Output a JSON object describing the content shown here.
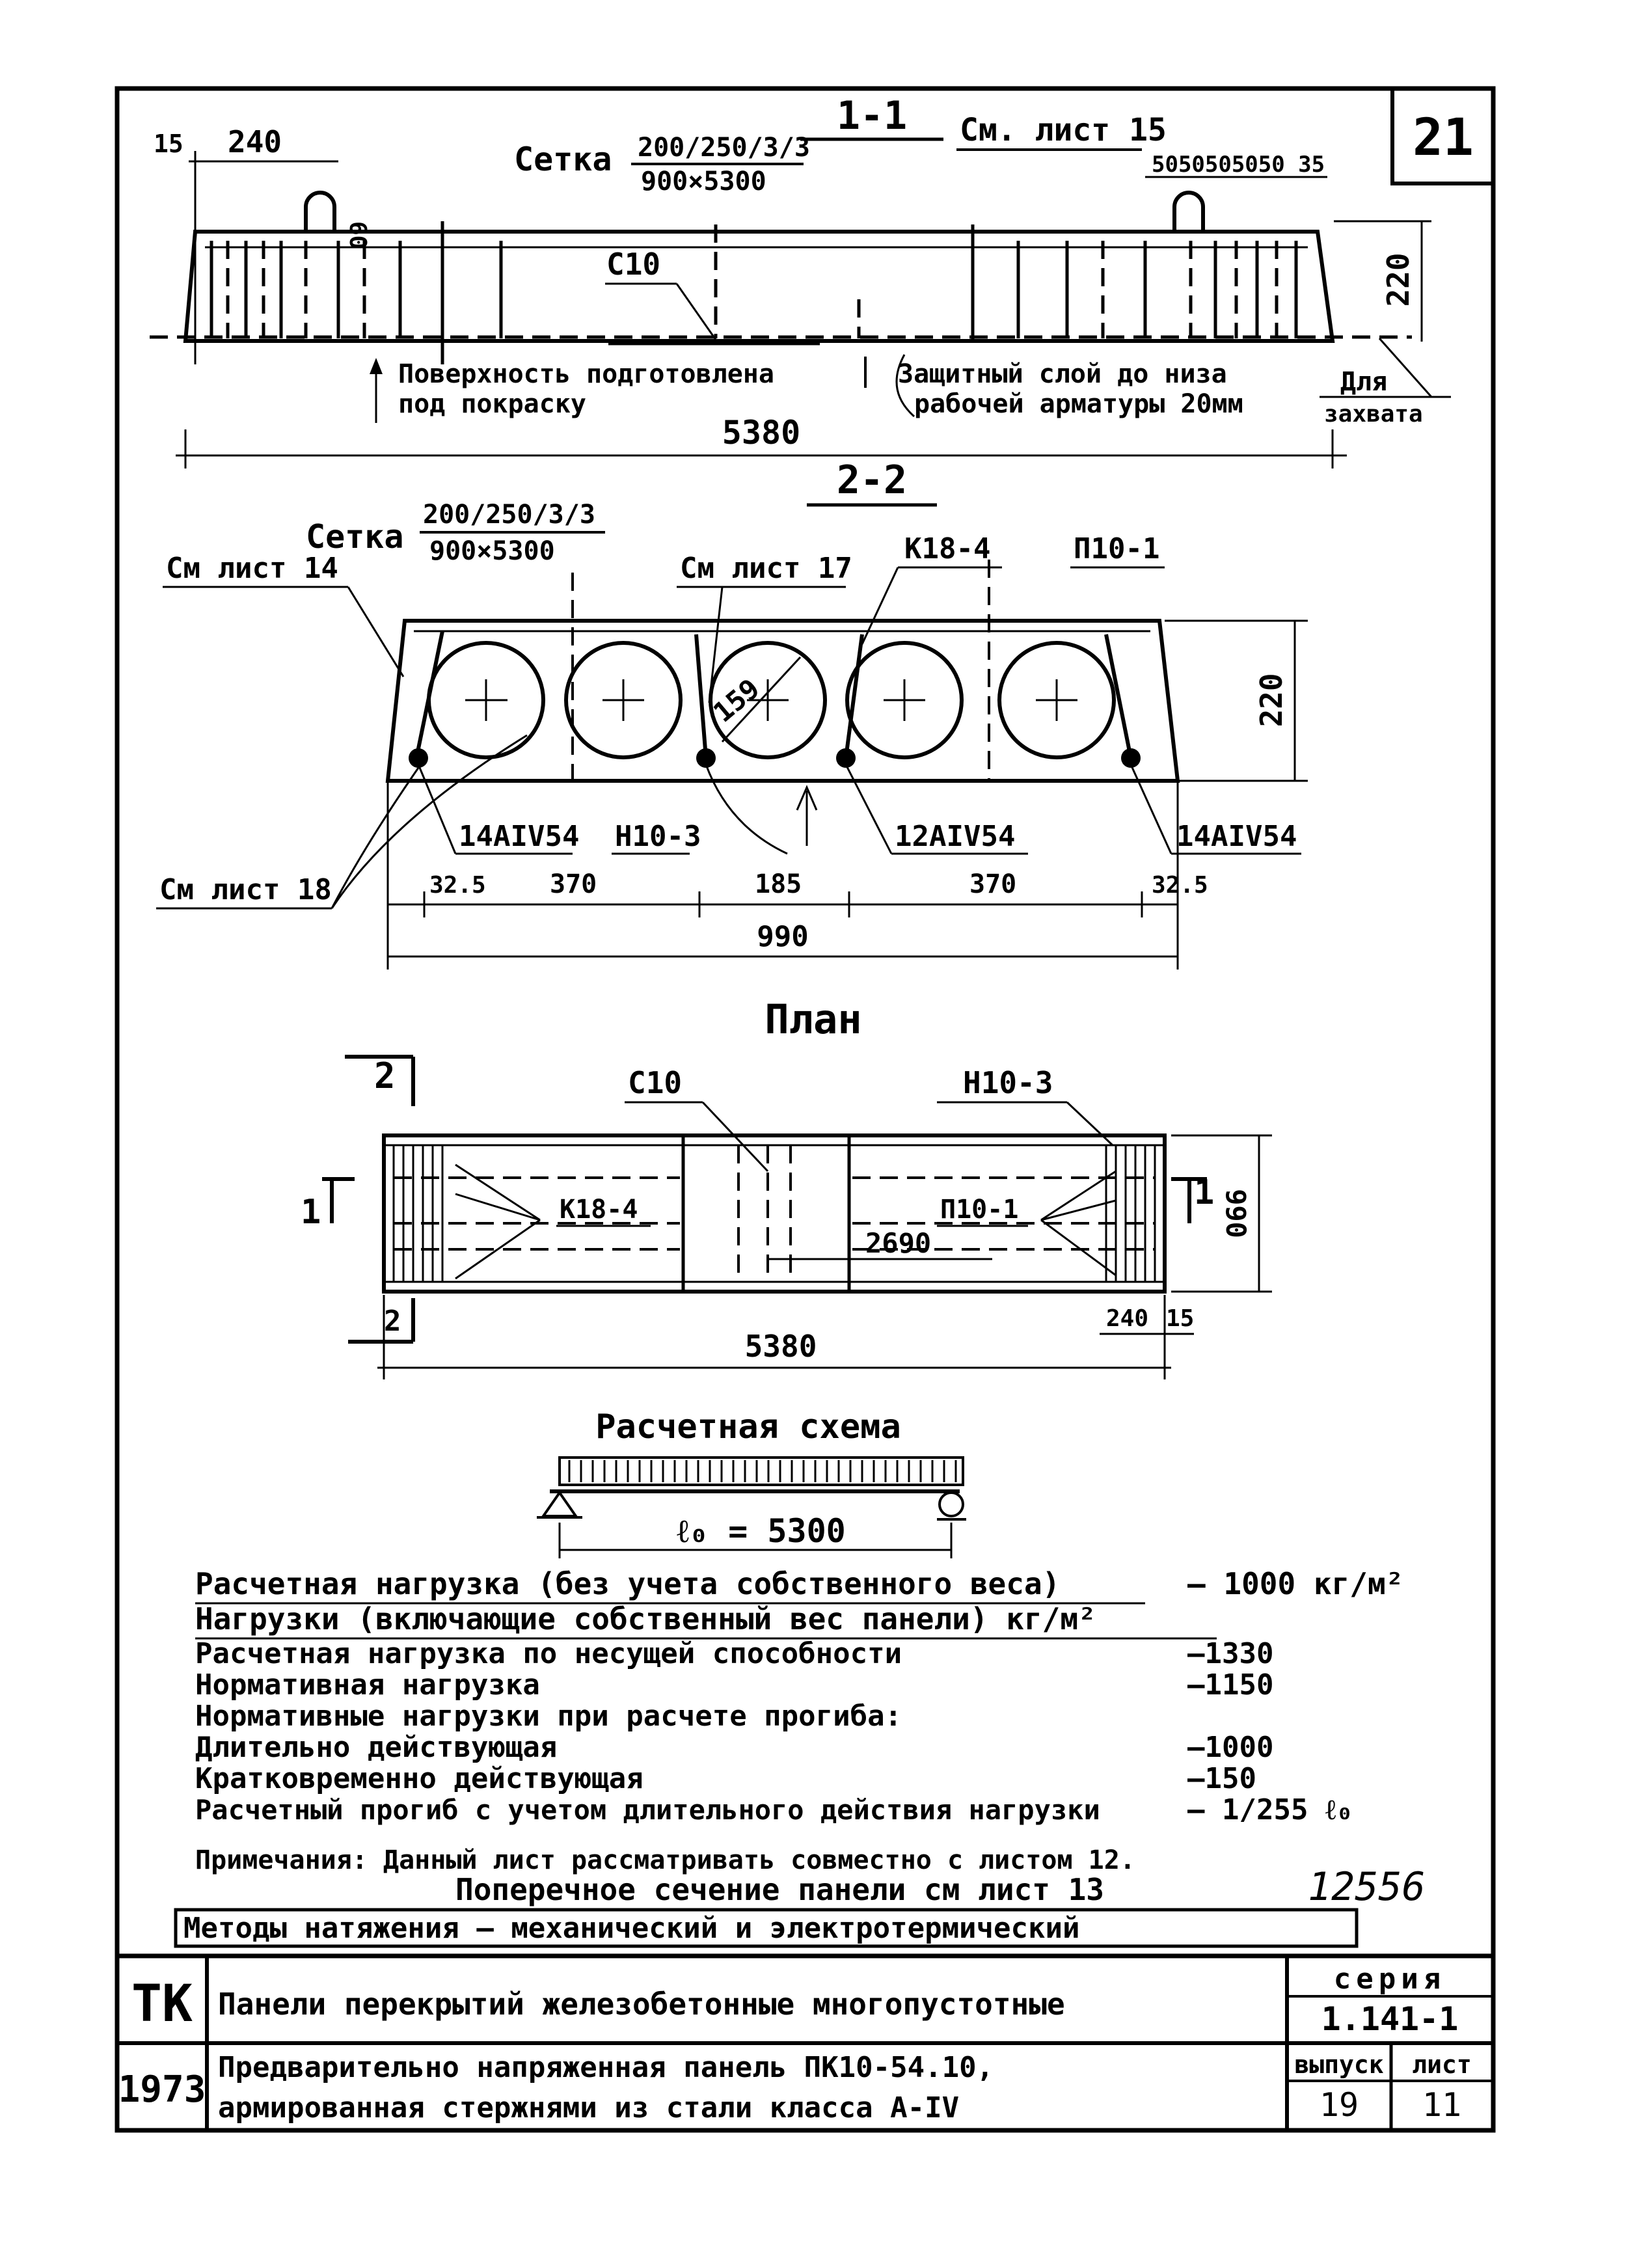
{
  "sheet_number": "21",
  "section_1": {
    "title": "1-1",
    "mesh_label": "Сетка",
    "mesh_top": "200/250/3/3",
    "mesh_bottom": "900×5300",
    "see_sheet": "См. лист 15",
    "dim_left_15": "15",
    "dim_left_240": "240",
    "dim_60": "60",
    "dim_right_small": "5050505050 35",
    "dim_height": "220",
    "c10": "С10",
    "note_surface_1": "Поверхность подготовлена",
    "note_surface_2": "под покраску",
    "note_cover_1": "Защитный слой до низа",
    "note_cover_2": "рабочей арматуры 20мм",
    "note_grip_1": "Для",
    "note_grip_2": "захвата",
    "dim_length": "5380"
  },
  "section_2": {
    "title": "2-2",
    "mesh_label": "Сетка",
    "mesh_top": "200/250/3/3",
    "mesh_bottom": "900×5300",
    "see_14": "См лист 14",
    "see_17": "См лист 17",
    "k18": "К18-4",
    "p10": "П10-1",
    "dia": "159",
    "dim_height": "220",
    "bar_left": "14АIV54",
    "n103": "Н10-3",
    "bar_mid": "12АIV54",
    "bar_right": "14АIV54",
    "see_18": "См лист 18",
    "dims": [
      "32.5",
      "370",
      "185",
      "370",
      "32.5"
    ],
    "dim_total": "990"
  },
  "plan": {
    "title": "План",
    "mark_2_top": "2",
    "mark_2_bottom": "2",
    "mark_1_left": "1",
    "mark_1_right": "1",
    "c10": "С10",
    "n103": "Н10-3",
    "k18": "К18-4",
    "p10": "П10-1",
    "dim_2690": "2690",
    "dim_width": "990",
    "dim_240": "240",
    "dim_15": "15",
    "dim_length": "5380"
  },
  "scheme": {
    "title": "Расчетная схема",
    "span": "ℓ₀ = 5300"
  },
  "loads": [
    {
      "label": "Расчетная нагрузка (без учета собственного веса)",
      "value": "— 1000 кг/м²"
    },
    {
      "label": "Нагрузки (включающие собственный вес панели) кг/м²",
      "value": ""
    },
    {
      "label": "Расчетная нагрузка по несущей способности",
      "value": "—1330"
    },
    {
      "label": "Нормативная нагрузка",
      "value": "—1150"
    },
    {
      "label": "Нормативные нагрузки при расчете прогиба:",
      "value": ""
    },
    {
      "label": "Длительно действующая",
      "value": "—1000"
    },
    {
      "label": "Кратковременно действующая",
      "value": "—150"
    },
    {
      "label": "Расчетный прогиб с учетом длительного действия нагрузки",
      "value": "— 1/255 ℓ₀"
    }
  ],
  "notes": {
    "line1": "Примечания: Данный лист рассматривать совместно с листом 12.",
    "line2": "Поперечное сечение панели см лист 13",
    "handwritten": "12556",
    "methods": "Методы натяжения — механический и электротермический"
  },
  "title_block": {
    "org": "ТК",
    "title": "Панели перекрытий железобетонные многопустотные",
    "series_label": "серия",
    "series_value": "1.141-1",
    "year": "1973",
    "desc_1": "Предварительно напряженная панель ПК10-54.10,",
    "desc_2": "армированная стержнями из стали класса А-IV",
    "issue_label": "выпуск",
    "issue_value": "19",
    "sheet_label": "лист",
    "sheet_value": "11"
  }
}
